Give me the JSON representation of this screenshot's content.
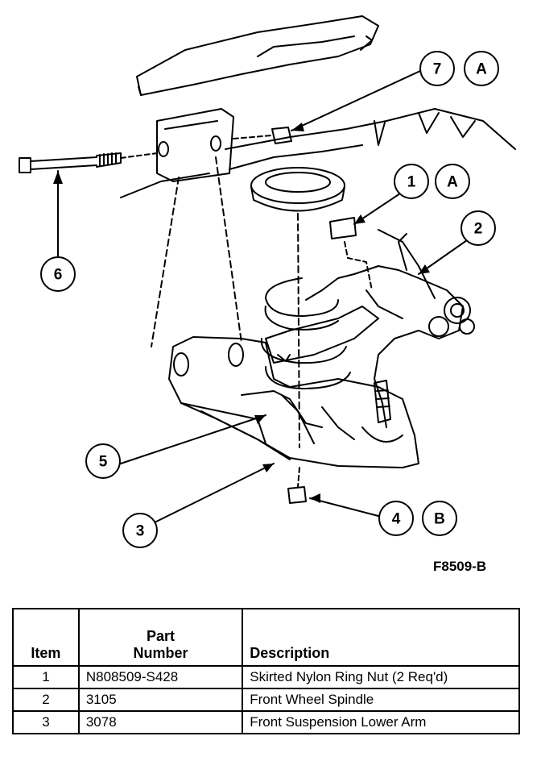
{
  "figure": {
    "id_label": "F8509-B",
    "callouts": [
      {
        "num": "1",
        "ref": "A"
      },
      {
        "num": "2",
        "ref": ""
      },
      {
        "num": "3",
        "ref": ""
      },
      {
        "num": "4",
        "ref": "B"
      },
      {
        "num": "5",
        "ref": ""
      },
      {
        "num": "6",
        "ref": ""
      },
      {
        "num": "7",
        "ref": "A"
      }
    ]
  },
  "table": {
    "headers": {
      "item": "Item",
      "part_line1": "Part",
      "part_line2": "Number",
      "description": "Description"
    },
    "rows": [
      {
        "item": "1",
        "part": "N808509-S428",
        "description": "Skirted Nylon Ring Nut (2 Req'd)"
      },
      {
        "item": "2",
        "part": "3105",
        "description": "Front Wheel Spindle"
      },
      {
        "item": "3",
        "part": "3078",
        "description": "Front Suspension Lower Arm"
      }
    ]
  }
}
